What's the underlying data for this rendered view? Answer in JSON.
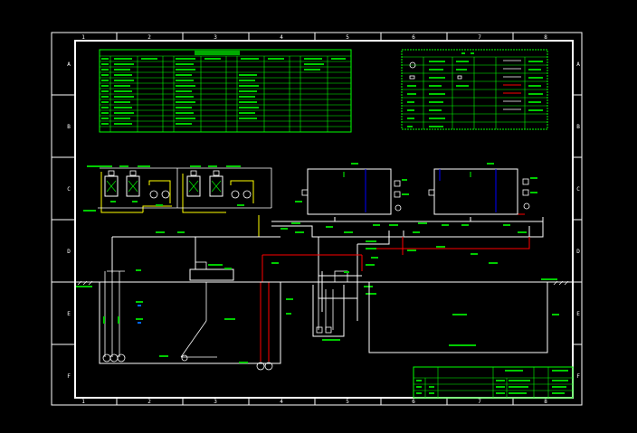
{
  "drawing": {
    "columns": [
      "1",
      "2",
      "3",
      "4",
      "5",
      "6",
      "7",
      "8"
    ],
    "rows": [
      "A",
      "B",
      "C",
      "D",
      "E",
      "F"
    ]
  },
  "colors": {
    "background": "#000000",
    "frame": "#ffffff",
    "green": "#00ff00",
    "yellow": "#ffff00",
    "red": "#ff0000",
    "blue": "#0000ff",
    "cyan": "#00ffff"
  }
}
